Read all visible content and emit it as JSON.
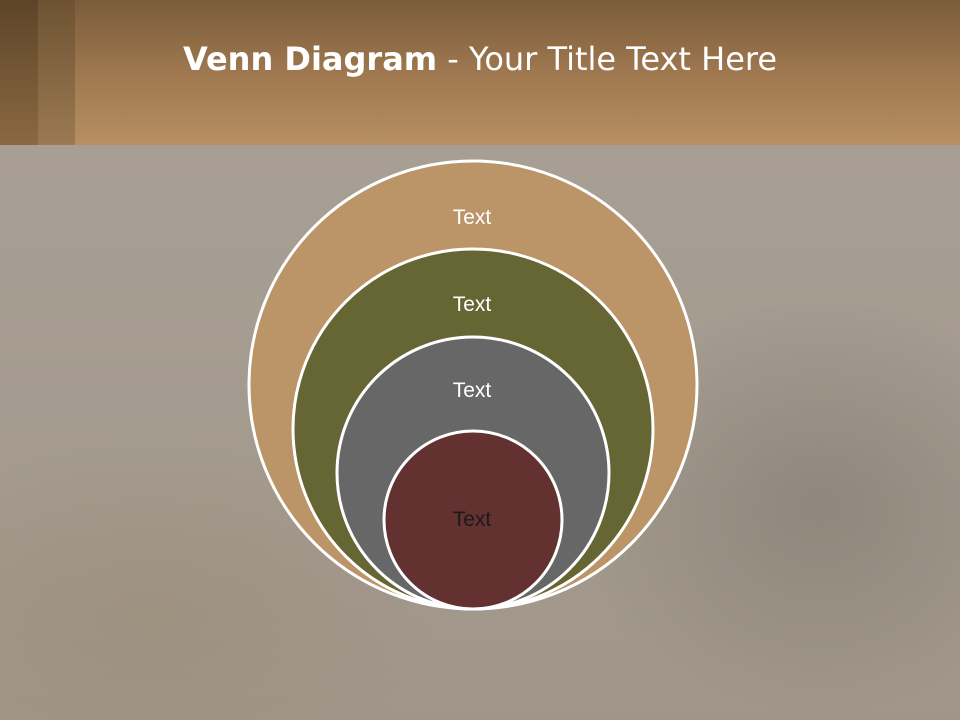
{
  "slide": {
    "title_bold": "Venn Diagram",
    "title_rest": " - Your Title Text Here"
  },
  "diagram": {
    "circles": [
      {
        "label": "Text",
        "color": "#bb9468"
      },
      {
        "label": "Text",
        "color": "#666534"
      },
      {
        "label": "Text",
        "color": "#676767"
      },
      {
        "label": "Text",
        "color": "#643131"
      }
    ]
  },
  "colors": {
    "header_accent": "#a27a51",
    "circle_border": "#ffffff",
    "label_color": "#ffffff",
    "inner_label_color": "#1a1a1a"
  }
}
